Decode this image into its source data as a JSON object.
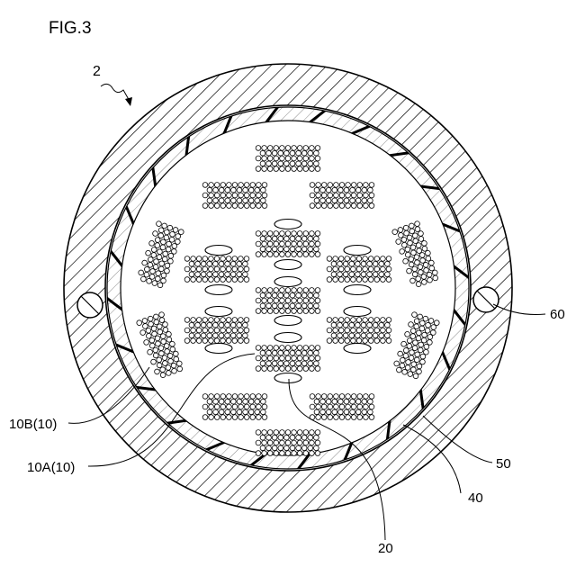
{
  "figure": {
    "title": "FIG.3",
    "labels": {
      "assembly": "2",
      "l60": "60",
      "l10b": "10B(10)",
      "l10a": "10A(10)",
      "l50": "50",
      "l40": "40",
      "l20": "20"
    },
    "colors": {
      "ink": "#000000",
      "paper": "#ffffff"
    }
  }
}
